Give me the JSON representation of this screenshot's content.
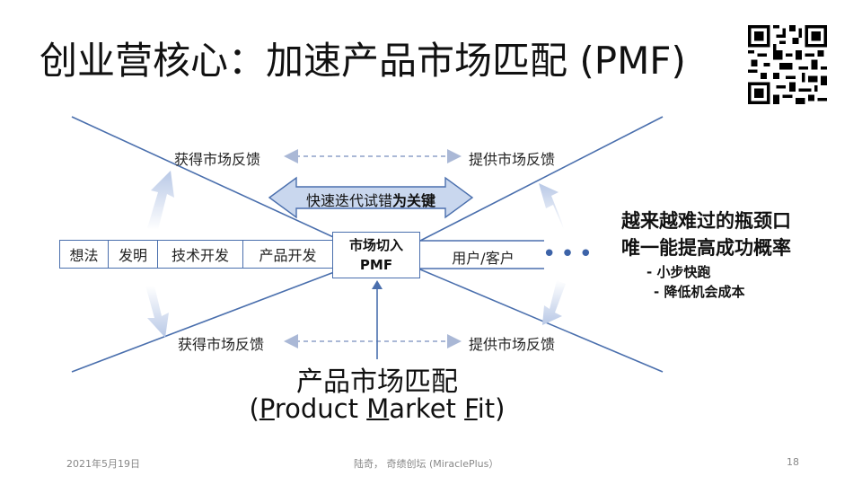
{
  "slide": {
    "title": "创业营核心：加速产品市场匹配 (PMF)",
    "stages": [
      "想法",
      "发明",
      "技术开发",
      "产品开发"
    ],
    "pmf_box": {
      "line1": "市场切入",
      "line2": "PMF"
    },
    "users": "用户/客户",
    "dots": "•••",
    "feedback_top_left": "获得市场反馈",
    "feedback_top_right": "提供市场反馈",
    "feedback_bottom_left": "获得市场反馈",
    "feedback_bottom_right": "提供市场反馈",
    "big_arrow": {
      "text": "快速迭代试错",
      "bold": "为关键"
    },
    "pmf_label_cn": "产品市场匹配",
    "pmf_label_en": {
      "open": "(",
      "p": "P",
      "p_rest": "roduct ",
      "m": "M",
      "m_rest": "arket ",
      "f": "F",
      "f_rest": "it)"
    },
    "notes": {
      "line1": "越来越难过的瓶颈口",
      "line2": "唯一能提高成功概率",
      "bullet1": "- 小步快跑",
      "bullet2": "- 降低机会成本"
    }
  },
  "footer": {
    "date": "2021年5月19日",
    "author": "陆奇， 奇绩创坛 (MiraclePlus）",
    "page": "18"
  },
  "colors": {
    "line": "#4a6fad",
    "arrow_fill": "#c9d7ee",
    "dashed": "#aab8d6"
  },
  "icons": {
    "qr": "qr-code-icon"
  }
}
